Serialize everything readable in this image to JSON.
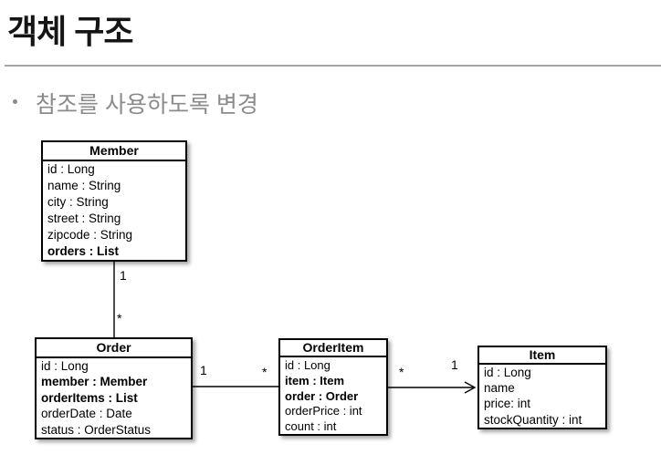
{
  "slide": {
    "title": "객체 구조",
    "bullet": {
      "text": "참조를 사용하도록 변경"
    }
  },
  "diagram": {
    "classes": [
      {
        "name": "Member",
        "attributes": [
          {
            "text": "id : Long",
            "bold": false
          },
          {
            "text": "name : String",
            "bold": false
          },
          {
            "text": "city : String",
            "bold": false
          },
          {
            "text": "street : String",
            "bold": false
          },
          {
            "text": "zipcode : String",
            "bold": false
          },
          {
            "text": "orders : List",
            "bold": true
          }
        ]
      },
      {
        "name": "Order",
        "attributes": [
          {
            "text": "id : Long",
            "bold": false
          },
          {
            "text": "member : Member",
            "bold": true
          },
          {
            "text": "orderItems : List",
            "bold": true
          },
          {
            "text": "orderDate : Date",
            "bold": false
          },
          {
            "text": "status : OrderStatus",
            "bold": false
          }
        ]
      },
      {
        "name": "OrderItem",
        "attributes": [
          {
            "text": "id : Long",
            "bold": false
          },
          {
            "text": "item : Item",
            "bold": true
          },
          {
            "text": "order : Order",
            "bold": true
          },
          {
            "text": "orderPrice : int",
            "bold": false
          },
          {
            "text": "count : int",
            "bold": false
          }
        ]
      },
      {
        "name": "Item",
        "attributes": [
          {
            "text": "id : Long",
            "bold": false
          },
          {
            "text": "name",
            "bold": false
          },
          {
            "text": "price: int",
            "bold": false
          },
          {
            "text": "stockQuantity : int",
            "bold": false
          }
        ]
      }
    ],
    "relations": [
      {
        "from": "Member",
        "to": "Order",
        "from_label": "1",
        "to_label": "*",
        "arrow": false
      },
      {
        "from": "Order",
        "to": "OrderItem",
        "from_label": "1",
        "to_label": "*",
        "arrow": false
      },
      {
        "from": "OrderItem",
        "to": "Item",
        "from_label": "*",
        "to_label": "1",
        "arrow": true
      }
    ]
  },
  "colors": {
    "title_text": "#151515",
    "divider": "#a6a6a6",
    "bullet_text": "#8b8b8b",
    "box_border": "#000000",
    "box_fill": "#ffffff",
    "connector": "#000000"
  }
}
